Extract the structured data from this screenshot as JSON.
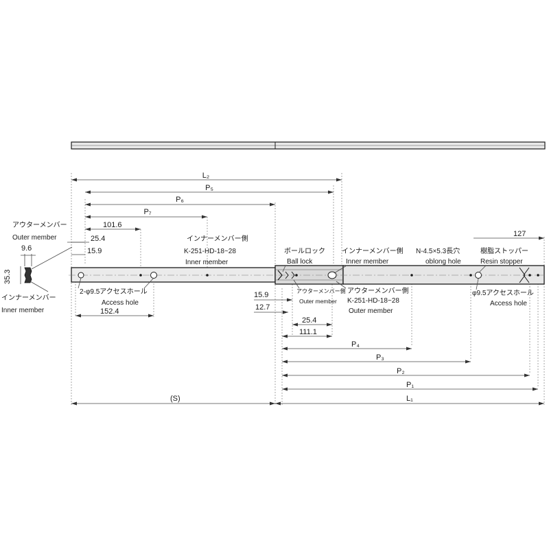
{
  "labels": {
    "L2": "L₂",
    "P5": "P₅",
    "P6": "P₆",
    "P7": "P₇",
    "d101_6": "101.6",
    "d25_4_top": "25.4",
    "d15_9_top": "15.9",
    "d9_6": "9.6",
    "d35_3": "35.3",
    "outer_member_jp_left": "アウターメンバー",
    "outer_member_en_left": "Outer member",
    "inner_member_jp_left": "インナーメンバー",
    "inner_member_en_left": "Inner member",
    "access_hole_jp_left": "2-φ9.5アクセスホール",
    "access_hole_en_left": "Access hole",
    "d152_4": "152.4",
    "S": "(S)",
    "inner_side_jp_1": "インナーメンバー側",
    "inner_side_model": "K-251-HD-18~28",
    "inner_side_en_1": "Inner member",
    "ball_lock_jp": "ボールロック",
    "ball_lock_en": "Ball lock",
    "inner_side_jp_2": "インナーメンバー側",
    "inner_side_en_2": "Inner member",
    "oblong_jp": "N-4.5×5.3長穴",
    "oblong_en": "oblong hole",
    "stopper_jp": "樹脂ストッパー",
    "stopper_en": "Resin stopper",
    "d127": "127",
    "d15_9_bottom": "15.9",
    "d12_7": "12.7",
    "outer_side_jp_small": "アウターメンバー側",
    "outer_side_en_small": "Outer member",
    "outer_side_jp": "アウターメンバー側",
    "outer_side_model": "K-251-HD-18~28",
    "outer_side_en": "Outer member",
    "access_hole_jp_right": "φ9.5アクセスホール",
    "access_hole_en_right": "Access hole",
    "d25_4_bottom": "25.4",
    "d111_1": "111.1",
    "P4": "P₄",
    "P3": "P₃",
    "P2": "P₂",
    "P1": "P₁",
    "L1": "L₁"
  }
}
